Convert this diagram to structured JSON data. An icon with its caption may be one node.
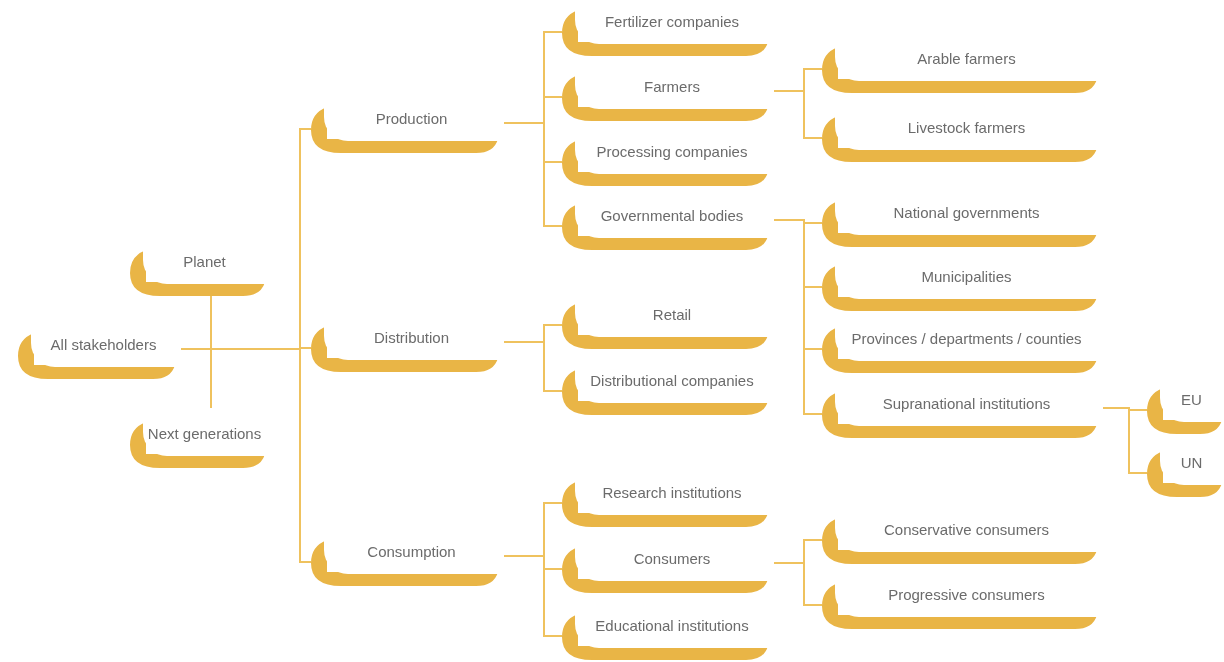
{
  "diagram": {
    "nodes": [
      {
        "text": [
          "Planet"
        ]
      },
      {
        "text": [
          "All stakeholders"
        ]
      },
      {
        "text": [
          "Next generations"
        ]
      },
      {
        "text": [
          "Production"
        ]
      },
      {
        "text": [
          "Distribution"
        ]
      },
      {
        "text": [
          "Consumption"
        ]
      },
      {
        "text": [
          "Fertilizer companies"
        ]
      },
      {
        "text": [
          "Farmers"
        ]
      },
      {
        "text": [
          "Processing companies"
        ]
      },
      {
        "text": [
          "Governmental bodies"
        ]
      },
      {
        "text": [
          "Retail"
        ]
      },
      {
        "text": [
          "Distributional companies"
        ]
      },
      {
        "text": [
          "Research institutions"
        ]
      },
      {
        "text": [
          "Consumers"
        ]
      },
      {
        "text": [
          "Educational institutions"
        ]
      },
      {
        "text": [
          "Arable farmers"
        ]
      },
      {
        "text": [
          "Livestock farmers"
        ]
      },
      {
        "text": [
          "National governments"
        ]
      },
      {
        "text": [
          "Municipalities"
        ]
      },
      {
        "text": [
          "Provinces / departments / counties"
        ]
      },
      {
        "text": [
          "Supranational institutions"
        ]
      },
      {
        "text": [
          "Conservative consumers"
        ]
      },
      {
        "text": [
          "Progressive consumers"
        ]
      },
      {
        "text": [
          "EU"
        ]
      },
      {
        "text": [
          "UN"
        ]
      }
    ],
    "edges": [
      {
        "from": 0,
        "to": 2,
        "arrow": "none"
      },
      {
        "from": 1,
        "to": 3,
        "arrow": "none"
      },
      {
        "from": 1,
        "to": 4,
        "arrow": "none"
      },
      {
        "from": 1,
        "to": 5,
        "arrow": "none"
      },
      {
        "from": 3,
        "to": 6,
        "arrow": "none"
      },
      {
        "from": 3,
        "to": 7,
        "arrow": "none"
      },
      {
        "from": 3,
        "to": 8,
        "arrow": "none"
      },
      {
        "from": 3,
        "to": 9,
        "arrow": "none"
      },
      {
        "from": 4,
        "to": 10,
        "arrow": "none"
      },
      {
        "from": 4,
        "to": 11,
        "arrow": "none"
      },
      {
        "from": 5,
        "to": 12,
        "arrow": "none"
      },
      {
        "from": 5,
        "to": 13,
        "arrow": "none"
      },
      {
        "from": 5,
        "to": 14,
        "arrow": "none"
      },
      {
        "from": 7,
        "to": 15,
        "arrow": "none"
      },
      {
        "from": 7,
        "to": 16,
        "arrow": "none"
      },
      {
        "from": 9,
        "to": 17,
        "arrow": "none"
      },
      {
        "from": 9,
        "to": 18,
        "arrow": "none"
      },
      {
        "from": 9,
        "to": 19,
        "arrow": "none"
      },
      {
        "from": 9,
        "to": 20,
        "arrow": "none"
      },
      {
        "from": 13,
        "to": 21,
        "arrow": "none"
      },
      {
        "from": 13,
        "to": 22,
        "arrow": "none"
      },
      {
        "from": 20,
        "to": 23,
        "arrow": "none"
      },
      {
        "from": 20,
        "to": 24,
        "arrow": "none"
      }
    ]
  }
}
